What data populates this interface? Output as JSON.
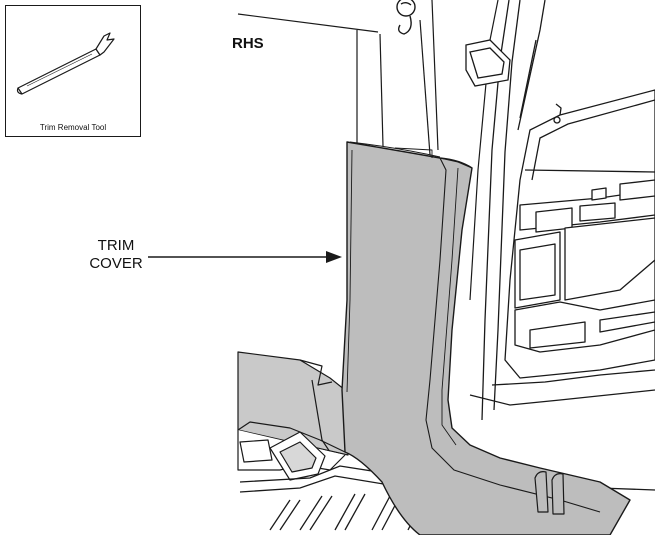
{
  "inset": {
    "caption": "Trim Removal Tool",
    "icon": "trim-removal-tool-icon"
  },
  "side_label": "RHS",
  "callout": {
    "line1": "TRIM",
    "line2": "COVER"
  },
  "colors": {
    "trim_fill": "#bdbdbd",
    "floor_fill": "#c9c9c9",
    "line": "#1a1a1a",
    "background": "#ffffff"
  }
}
